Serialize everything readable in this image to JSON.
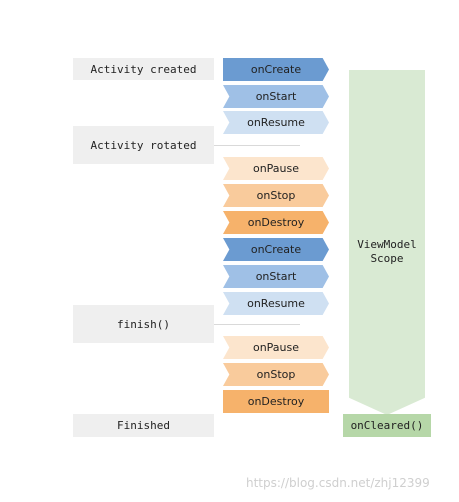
{
  "states": {
    "activity_created": "Activity created",
    "activity_rotated": "Activity rotated",
    "finish": "finish()",
    "finished": "Finished"
  },
  "callbacks": [
    {
      "label": "onCreate",
      "kind": "create"
    },
    {
      "label": "onStart",
      "kind": "start"
    },
    {
      "label": "onResume",
      "kind": "resume"
    },
    {
      "label": "onPause",
      "kind": "pause"
    },
    {
      "label": "onStop",
      "kind": "stop"
    },
    {
      "label": "onDestroy",
      "kind": "destroy"
    },
    {
      "label": "onCreate",
      "kind": "create"
    },
    {
      "label": "onStart",
      "kind": "start"
    },
    {
      "label": "onResume",
      "kind": "resume"
    },
    {
      "label": "onPause",
      "kind": "pause"
    },
    {
      "label": "onStop",
      "kind": "stop"
    },
    {
      "label": "onDestroy",
      "kind": "destroy"
    }
  ],
  "scope": {
    "line1": "ViewModel",
    "line2": "Scope",
    "cleared": "onCleared()"
  },
  "colors": {
    "create": "#6b9bd1",
    "start": "#9fc0e6",
    "resume": "#cfe0f2",
    "pause": "#fce5cd",
    "stop": "#f9cb9c",
    "destroy": "#f6b26b",
    "scope": "#d9ead3",
    "cleared": "#b6d7a8"
  },
  "watermark": "https://blog.csdn.net/zhj12399"
}
